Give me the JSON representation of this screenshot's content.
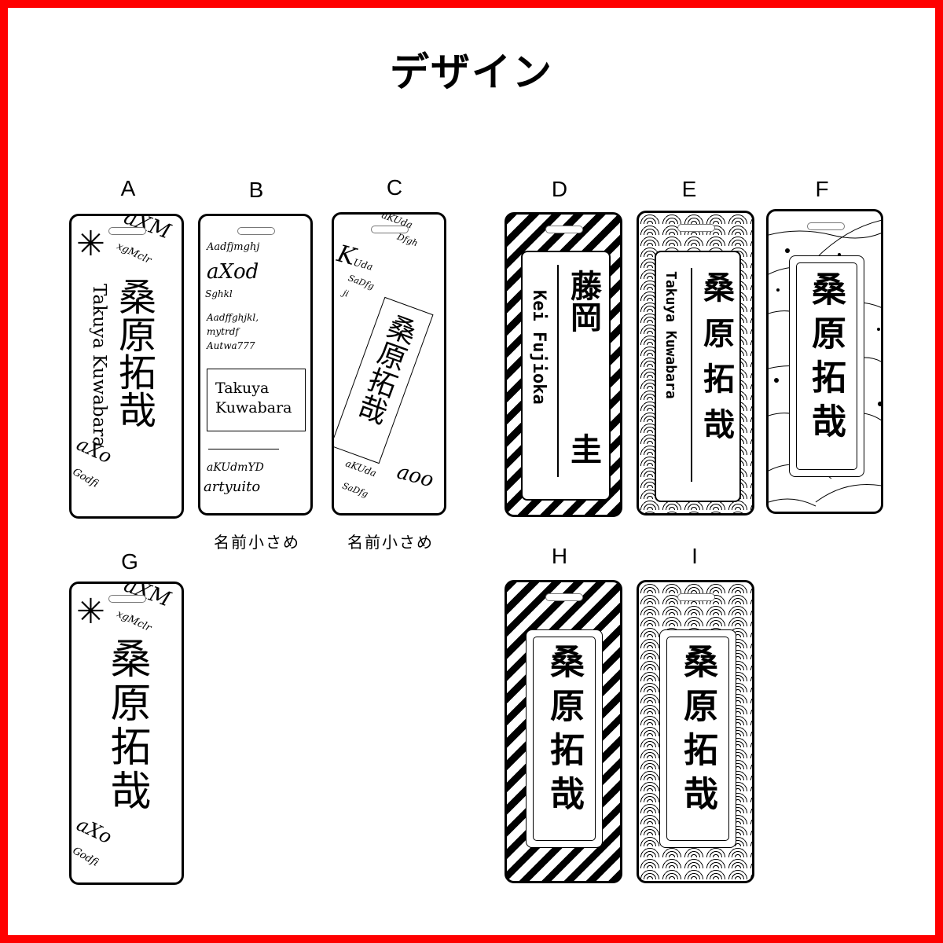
{
  "title": "デザイン",
  "designs": {
    "a": {
      "label": "A",
      "name_jp": "桑原拓哉",
      "name_en": "Takuya Kuwabara"
    },
    "b": {
      "label": "B",
      "name_en": "Takuya Kuwabara",
      "name_line1": "Takuya",
      "name_line2": "Kuwabara",
      "caption": "名前小さめ"
    },
    "c": {
      "label": "C",
      "name_jp": "桑原拓哉",
      "caption": "名前小さめ"
    },
    "d": {
      "label": "D",
      "name_jp_family": "藤岡",
      "name_jp_given": "圭",
      "name_en": "Kei Fujioka"
    },
    "e": {
      "label": "E",
      "name_jp": "桑原拓哉",
      "name_en": "Takuya Kuwabara"
    },
    "f": {
      "label": "F",
      "name_jp": "桑原拓哉"
    },
    "g": {
      "label": "G",
      "name_jp": "桑原拓哉"
    },
    "h": {
      "label": "H",
      "name_jp": "桑原拓哉"
    },
    "i": {
      "label": "I",
      "name_jp": "桑原拓哉"
    }
  },
  "colors": {
    "border": "#ff0000",
    "ink": "#000000"
  }
}
